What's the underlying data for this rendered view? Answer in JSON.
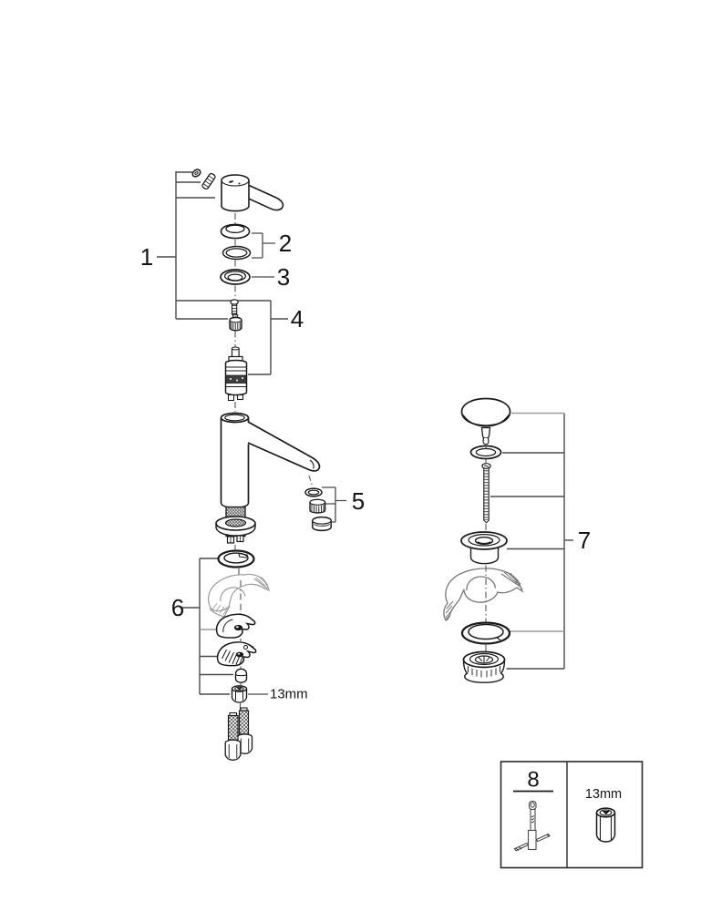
{
  "diagram": {
    "type": "exploded-parts-diagram",
    "subject": "single-lever-basin-faucet-with-pop-up-waste",
    "callouts": {
      "part1": "1",
      "part2": "2",
      "part3": "3",
      "part4": "4",
      "part5": "5",
      "part6": "6",
      "part7": "7",
      "wrench_size": "13mm"
    },
    "legend": {
      "tool_number": "8",
      "nut_size": "13mm"
    },
    "colors": {
      "line": "#1a1a1a",
      "callout_line": "#4a4a4a",
      "light_line": "#9b9b9b",
      "background": "#ffffff"
    }
  }
}
